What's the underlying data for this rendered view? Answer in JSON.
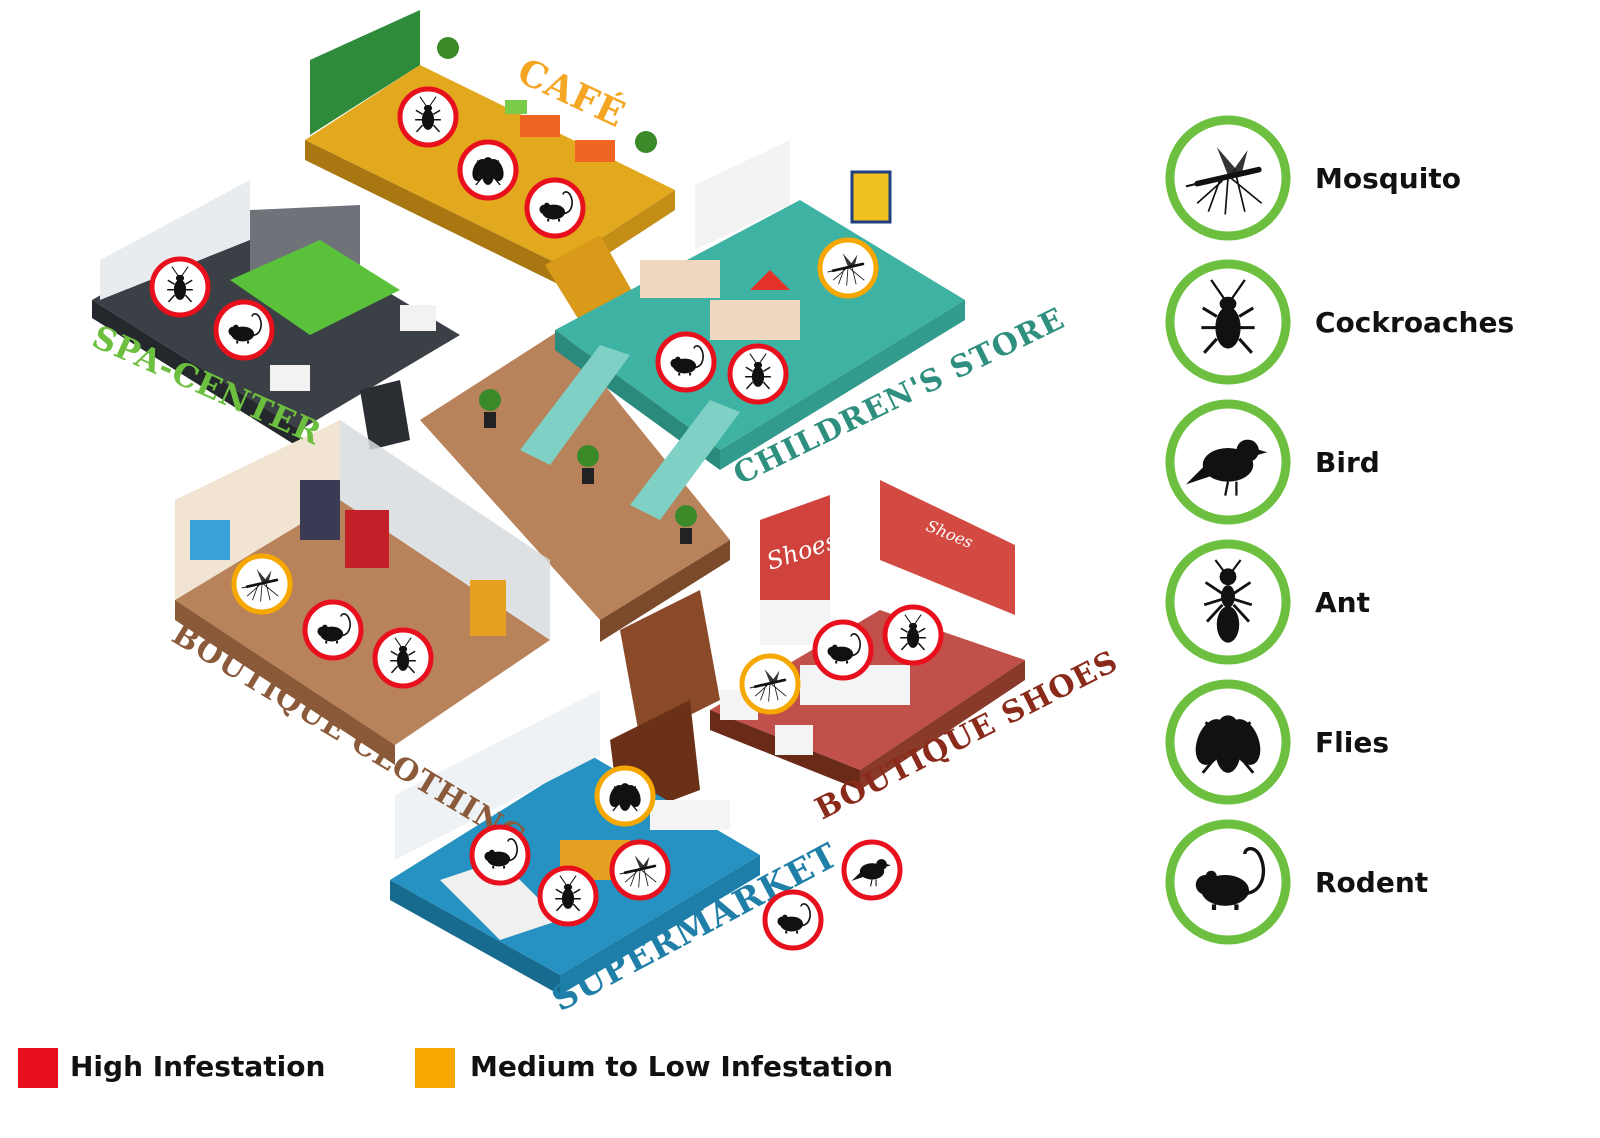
{
  "colors": {
    "high": "#e8101c",
    "medium": "#f6a800",
    "legend_ring": "#6dbf3f",
    "cafe_label": "#f5a623",
    "spa_label": "#6dbf3f",
    "children_label": "#2f8f7f",
    "boutique_clothing_label": "#8a5a3a",
    "boutique_shoes_label": "#8a2a1a",
    "supermarket_label": "#1f7fa8"
  },
  "zones": {
    "cafe": "CAFÉ",
    "spa": "SPA-CENTER",
    "children": "CHILDREN'S STORE",
    "boutique_clothing": "BOUTIQUE CLOTHING",
    "boutique_shoes": "BOUTIQUE SHOES",
    "supermarket": "SUPERMARKET"
  },
  "shop_signs": {
    "shoes_sign_1": "Shoes",
    "shoes_sign_2": "Shoes"
  },
  "pest_legend": [
    {
      "label": "Mosquito",
      "icon": "mosquito-icon"
    },
    {
      "label": "Cockroaches",
      "icon": "cockroach-icon"
    },
    {
      "label": "Bird",
      "icon": "bird-icon"
    },
    {
      "label": "Ant",
      "icon": "ant-icon"
    },
    {
      "label": "Flies",
      "icon": "fly-icon"
    },
    {
      "label": "Rodent",
      "icon": "rodent-icon"
    }
  ],
  "severity_key": {
    "high": "High Infestation",
    "medium": "Medium to Low Infestation"
  },
  "markers": [
    {
      "zone": "cafe",
      "pest": "cockroach",
      "level": "high"
    },
    {
      "zone": "cafe",
      "pest": "fly",
      "level": "high"
    },
    {
      "zone": "cafe",
      "pest": "rodent",
      "level": "high"
    },
    {
      "zone": "spa",
      "pest": "cockroach",
      "level": "high"
    },
    {
      "zone": "spa",
      "pest": "rodent",
      "level": "high"
    },
    {
      "zone": "children",
      "pest": "mosquito",
      "level": "medium"
    },
    {
      "zone": "children",
      "pest": "rodent",
      "level": "high"
    },
    {
      "zone": "children",
      "pest": "cockroach",
      "level": "high"
    },
    {
      "zone": "boutique_clothing",
      "pest": "mosquito",
      "level": "medium"
    },
    {
      "zone": "boutique_clothing",
      "pest": "rodent",
      "level": "high"
    },
    {
      "zone": "boutique_clothing",
      "pest": "cockroach",
      "level": "high"
    },
    {
      "zone": "boutique_shoes",
      "pest": "mosquito",
      "level": "medium"
    },
    {
      "zone": "boutique_shoes",
      "pest": "rodent",
      "level": "high"
    },
    {
      "zone": "boutique_shoes",
      "pest": "cockroach",
      "level": "high"
    },
    {
      "zone": "supermarket",
      "pest": "fly",
      "level": "medium"
    },
    {
      "zone": "supermarket",
      "pest": "rodent",
      "level": "high"
    },
    {
      "zone": "supermarket",
      "pest": "cockroach",
      "level": "high"
    },
    {
      "zone": "supermarket",
      "pest": "mosquito",
      "level": "high"
    },
    {
      "zone": "outside",
      "pest": "bird",
      "level": "high"
    },
    {
      "zone": "outside",
      "pest": "rodent",
      "level": "high"
    }
  ]
}
